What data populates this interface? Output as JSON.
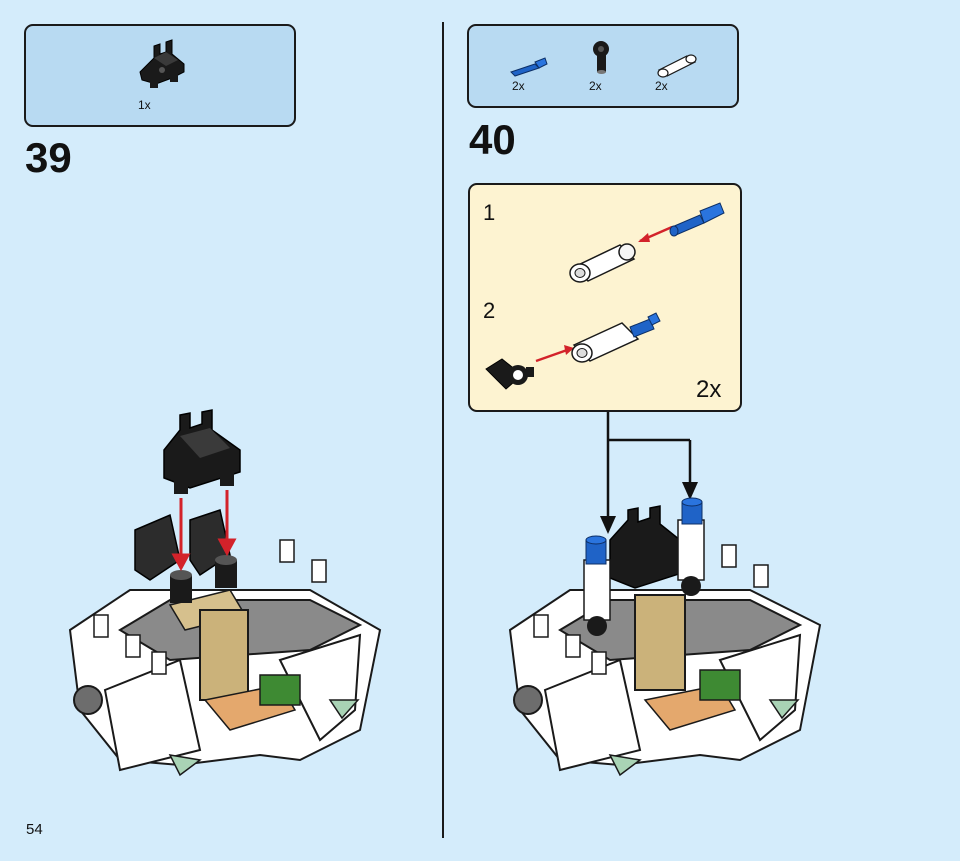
{
  "steps": [
    {
      "number": "39",
      "parts": [
        {
          "qty": "1x",
          "part": "black-bracket-part"
        }
      ]
    },
    {
      "number": "40",
      "parts": [
        {
          "qty": "2x",
          "part": "blue-axle-pin"
        },
        {
          "qty": "2x",
          "part": "black-pin-connector"
        },
        {
          "qty": "2x",
          "part": "white-pin-connector-tube"
        }
      ],
      "substeps": [
        {
          "number": "1"
        },
        {
          "number": "2"
        }
      ],
      "multiplier": "2x"
    }
  ],
  "page_number": "54",
  "colors": {
    "background": "#d4ecfb",
    "parts_box": "#b8daf2",
    "substep_box": "#fdf3d1",
    "arrow_red": "#d3222a",
    "lego_blue": "#1f63c7",
    "lego_tan": "#d6c08d",
    "lego_white": "#ffffff",
    "lego_black": "#1a1a1a",
    "lego_green": "#3e8a33",
    "lego_sand_green": "#a9d3b5"
  }
}
